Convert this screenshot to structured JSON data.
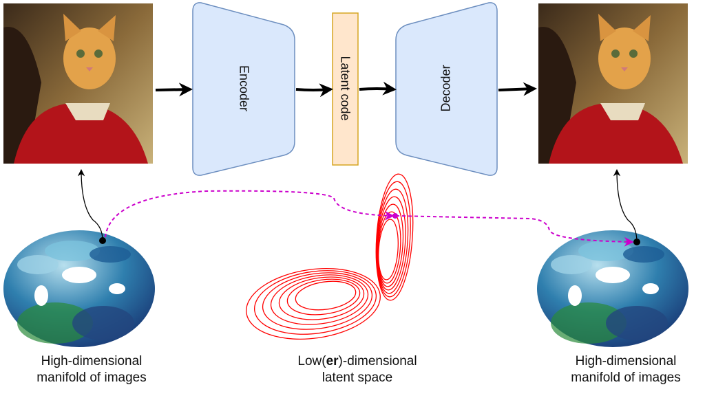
{
  "encoder": {
    "label": "Encoder"
  },
  "latent": {
    "label": "Latent code"
  },
  "decoder": {
    "label": "Decoder"
  },
  "captions": {
    "left": {
      "line1": "High-dimensional",
      "line2": "manifold of images"
    },
    "center": {
      "prefix": "Low(",
      "bold": "er",
      "suffix": ")-dimensional",
      "line2": "latent space"
    },
    "right": {
      "line1": "High-dimensional",
      "line2": "manifold of images"
    }
  },
  "colors": {
    "encoder_fill": "#dae8fc",
    "encoder_stroke": "#6c8ebf",
    "latent_fill": "#ffe6cc",
    "latent_stroke": "#d6a521",
    "attractor": "#ff0000",
    "path": "#cc00cc"
  }
}
